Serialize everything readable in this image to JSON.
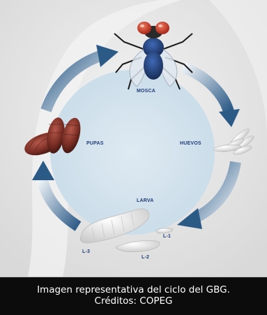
{
  "diagram": {
    "stages": {
      "mosca": "MOSCA",
      "huevos": "HUEVOS",
      "larva": "LARVA",
      "pupas": "PUPAS"
    },
    "larval_instars": {
      "l1": "L-1",
      "l2": "L-2",
      "l3": "L-3"
    },
    "colors": {
      "circle_fill": "#d3e4ef",
      "arrow_dark": "#2c5a86",
      "arrow_light": "#eef3f8",
      "label_text": "#1f3d78",
      "pupa": "#7a2e24",
      "fly_body": "#274a8f",
      "fly_eyes": "#d9442e"
    },
    "icons": [
      "fly-icon",
      "eggs-icon",
      "larva-icon",
      "pupae-icon",
      "cycle-arrow-icon"
    ]
  },
  "caption": {
    "line1": "Imagen representativa del ciclo del GBG.",
    "line2": "Créditos: COPEG"
  }
}
